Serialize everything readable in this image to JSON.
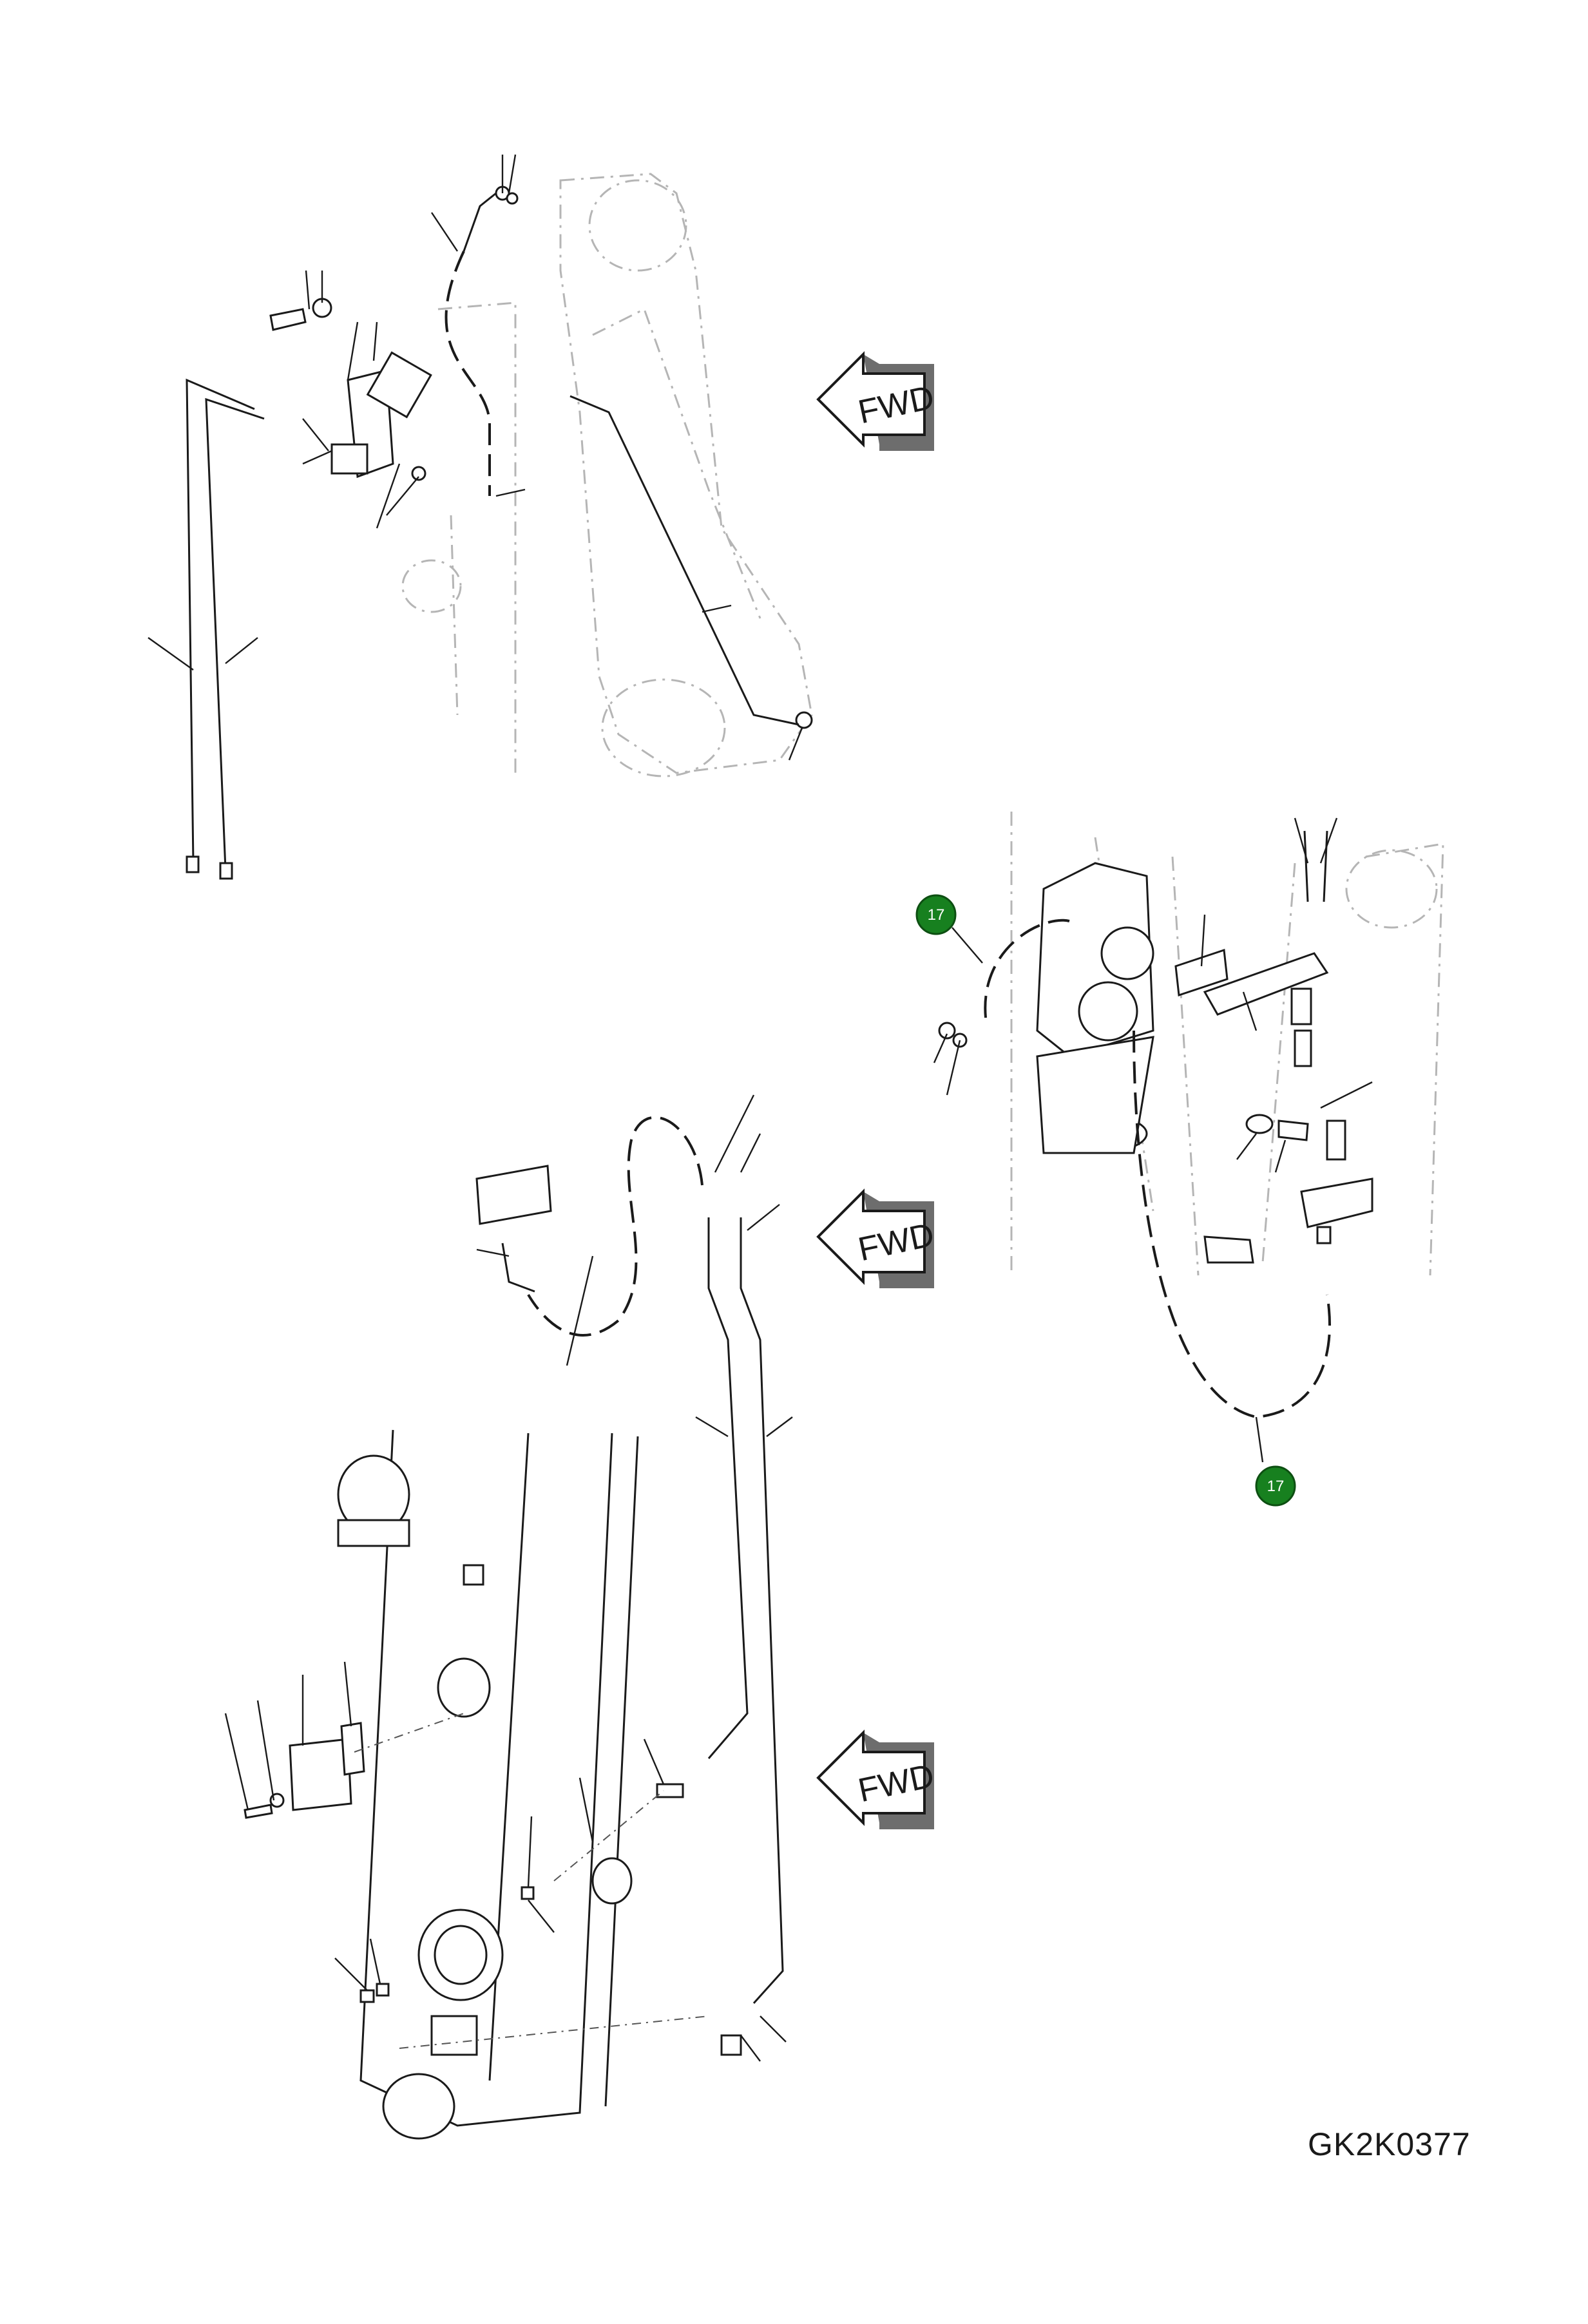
{
  "drawing_code": "GK2K0377",
  "direction_marker_label": "FWD",
  "callouts": [
    {
      "label": "17"
    },
    {
      "label": "17"
    }
  ],
  "colors": {
    "callout_fill": "#17801f",
    "line": "#1a1a1a",
    "ghost_line": "#b5b5b5"
  }
}
